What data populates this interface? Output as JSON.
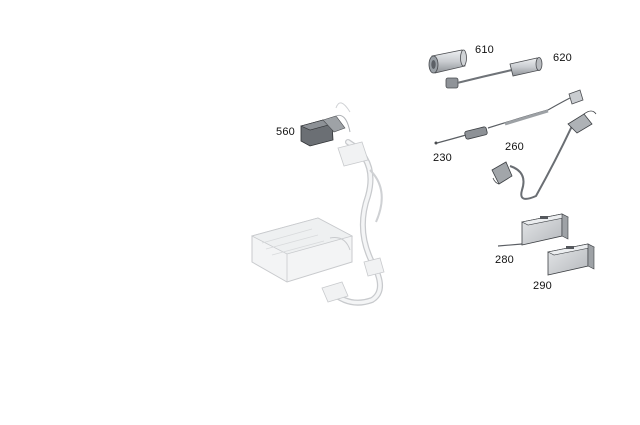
{
  "diagram": {
    "callouts": {
      "p610": "610",
      "p620": "620",
      "p560": "560",
      "p230": "230",
      "p260": "260",
      "p280": "280",
      "p290": "290"
    }
  },
  "colors": {
    "background": "#ffffff",
    "part_fill": "#d6d8da",
    "part_stroke": "#4a4c50",
    "ghost_fill": "#f3f4f5",
    "ghost_stroke": "#c8cacd",
    "dark_part": "#55585d",
    "label_text": "#111111"
  }
}
